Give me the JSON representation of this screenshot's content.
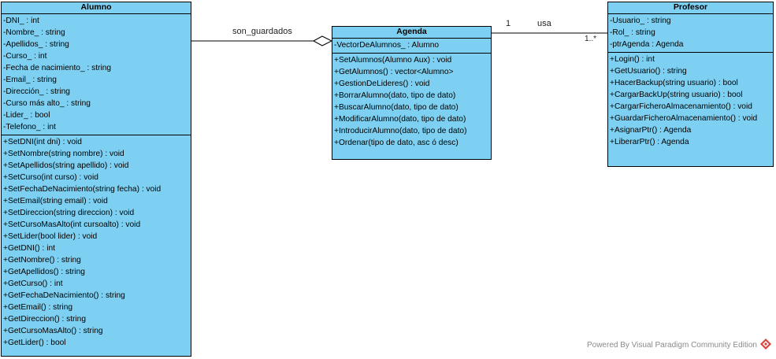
{
  "colors": {
    "class_fill": "#7dd0f1",
    "line": "#000000",
    "watermark_text": "#8a8a8a",
    "logo": "#d9453b"
  },
  "classes": {
    "alumno": {
      "name": "Alumno",
      "attributes": [
        "-DNI_ : int",
        "-Nombre_ : string",
        "-Apellidos_ : string",
        "-Curso_ : int",
        "-Fecha de nacimiento_ : string",
        "-Email_ : string",
        "-Dirección_ : string",
        "-Curso más alto_ : string",
        "-Lider_ : bool",
        "-Telefono_ : int"
      ],
      "operations": [
        "+SetDNI(int dni) : void",
        "+SetNombre(string nombre) : void",
        "+SetApellidos(string apellido) : void",
        "+SetCurso(int curso) : void",
        "+SetFechaDeNacimiento(string fecha) : void",
        "+SetEmail(string email) : void",
        "+SetDireccion(string direccion) : void",
        "+SetCursoMasAlto(int cursoalto) : void",
        "+SetLider(bool lider) : void",
        "+GetDNI() : int",
        "+GetNombre() : string",
        "+GetApellidos() : string",
        "+GetCurso() : int",
        "+GetFechaDeNacimiento() : string",
        "+GetEmail() : string",
        "+GetDireccion() : string",
        "+GetCursoMasAlto() : string",
        "+GetLider() : bool"
      ]
    },
    "agenda": {
      "name": "Agenda",
      "attributes": [
        "-VectorDeAlumnos_ : Alumno"
      ],
      "operations": [
        "+SetAlumnos(Alumno Aux) : void",
        "+GetAlumnos() : vector<Alumno>",
        "+GestionDeLideres() : void",
        "+BorrarAlumno(dato, tipo de dato)",
        "+BuscarAlumno(dato, tipo de dato)",
        "+ModificarAlumno(dato, tipo de dato)",
        "+IntroducirAlumno(dato, tipo de dato)",
        "+Ordenar(tipo de dato, asc ó desc)"
      ]
    },
    "profesor": {
      "name": "Profesor",
      "attributes": [
        "-Usuario_ : string",
        "-Rol_ : string",
        "-ptrAgenda : Agenda"
      ],
      "operations": [
        "+Login() : int",
        "+GetUsuario() : string",
        "+HacerBackup(string usuario) : bool",
        "+CargarBackUp(string usuario) : bool",
        "+CargarFicheroAlmacenamiento() : void",
        "+GuardarFicheroAlmacenamiento() : void",
        "+AsignarPtr() : Agenda",
        "+LiberarPtr() : Agenda"
      ]
    }
  },
  "relationships": {
    "aggregation": {
      "label": "son_guardados"
    },
    "association": {
      "label": "usa",
      "multiplicity_agenda": "1",
      "multiplicity_profesor": "1..*"
    }
  },
  "watermark": {
    "text": "Powered By  Visual Paradigm Community Edition",
    "icon": "visual-paradigm-logo"
  }
}
